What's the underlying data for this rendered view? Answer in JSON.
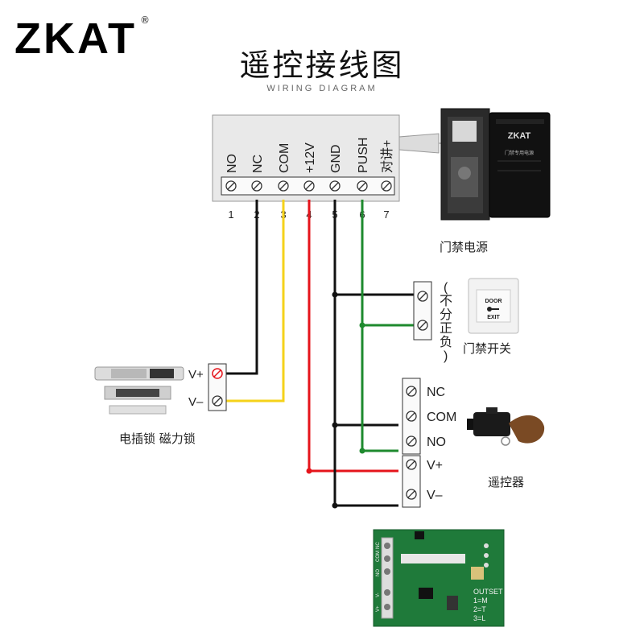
{
  "brand": {
    "logo": "ZKAT",
    "registered": "®"
  },
  "header": {
    "title": "遥控接线图",
    "subtitle": "WIRING DIAGRAM"
  },
  "terminal_block": {
    "labels": [
      "NO",
      "NC",
      "COM",
      "+12V",
      "GND",
      "PUSH",
      "对讲+"
    ],
    "numbers": [
      "1",
      "2",
      "3",
      "4",
      "5",
      "6",
      "7"
    ]
  },
  "power_supply": {
    "caption": "门禁电源",
    "device_brand": "ZKAT",
    "device_label": "门禁专用电源"
  },
  "exit_button": {
    "caption": "门禁开关",
    "polarity_note": "(不分正负)",
    "face_top": "DOOR",
    "face_bottom": "EXIT"
  },
  "lock": {
    "caption": "电插锁 磁力锁",
    "terminals": [
      "V+",
      "V–"
    ]
  },
  "remote": {
    "caption": "遥控器",
    "terminals": [
      "NC",
      "COM",
      "NO",
      "V+",
      "V–"
    ]
  },
  "receiver_board": {
    "pins": [
      "NC",
      "COM",
      "NO",
      "V-",
      "V+"
    ],
    "outset": [
      "OUTSET",
      "1=M",
      "2=T",
      "3=L"
    ]
  },
  "colors": {
    "black": "#111111",
    "yellow": "#f5d21a",
    "red": "#e5141b",
    "green": "#1e8a2e",
    "board": "#1f7a3a"
  }
}
